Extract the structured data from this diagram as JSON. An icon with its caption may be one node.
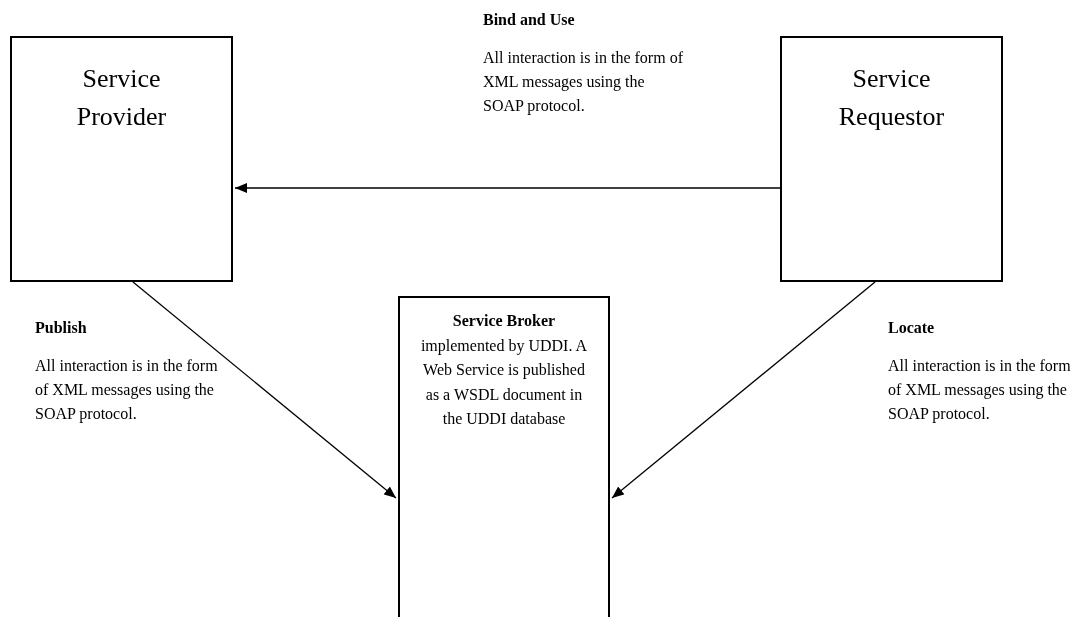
{
  "diagram": {
    "nodes": [
      {
        "text": [
          "Service Provider"
        ]
      },
      {
        "text": [
          "Service Requestor"
        ]
      },
      {
        "text": [
          "**Service Broker** implemented by UDDI. A Web Service is published as a WSDL document in the UDDI database"
        ]
      }
    ],
    "edges": [
      {
        "from": 1,
        "to": 0,
        "arrow": "to"
      },
      {
        "from": 0,
        "to": 2,
        "arrow": "to"
      },
      {
        "from": 1,
        "to": 2,
        "arrow": "to"
      }
    ],
    "labels": [
      "Bind and Use",
      "All interaction is in the form of XML messages using the SOAP protocol.",
      "Publish",
      "All interaction is in the form of XML messages using the SOAP protocol.",
      "Locate",
      "All interaction is in the form of XML messages using the SOAP protocol."
    ]
  }
}
